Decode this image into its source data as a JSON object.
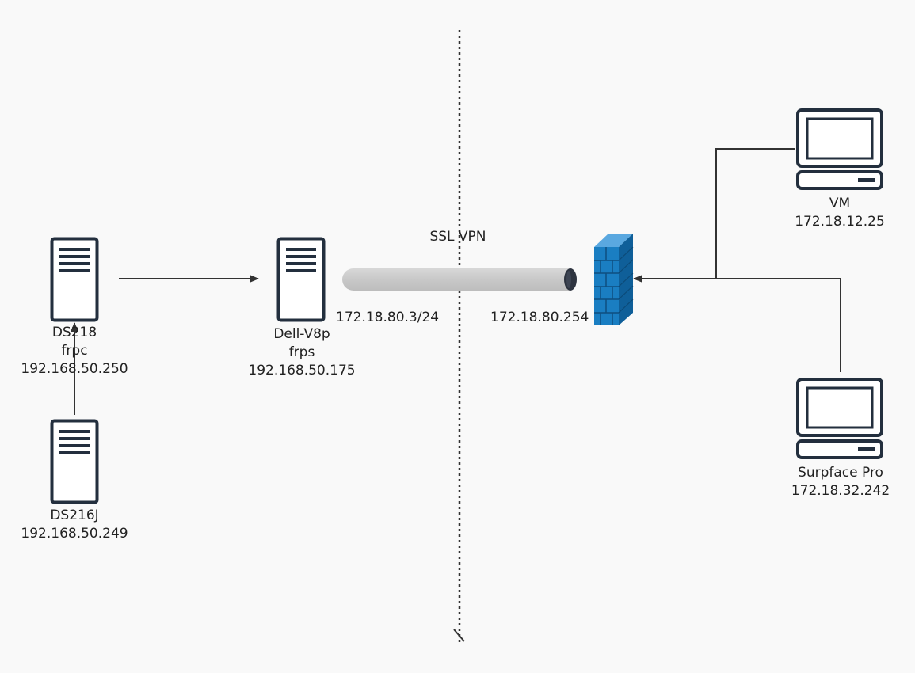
{
  "nodes": {
    "ds218": {
      "lines": [
        "DS218",
        "frpc",
        "192.168.50.250"
      ]
    },
    "ds216j": {
      "lines": [
        "DS216J",
        "192.168.50.249"
      ]
    },
    "dell": {
      "lines": [
        "Dell-V8p",
        "frps",
        "192.168.50.175"
      ]
    },
    "vm": {
      "lines": [
        "VM",
        "172.18.12.25"
      ]
    },
    "surface": {
      "lines": [
        "Surpface Pro",
        "172.18.32.242"
      ]
    }
  },
  "tunnel": {
    "label": "SSL VPN",
    "left_ip": "172.18.80.3/24",
    "right_ip": "172.18.80.254"
  },
  "icons": {
    "server": "server-icon",
    "firewall": "firewall-icon",
    "workstation": "computer-monitor-icon"
  },
  "colors": {
    "background": "#f9f9f9",
    "icon_stroke": "#232f3e",
    "firewall_blue": "#1a7ec2",
    "tunnel_gray": "#cccccc",
    "edge": "#333333"
  }
}
